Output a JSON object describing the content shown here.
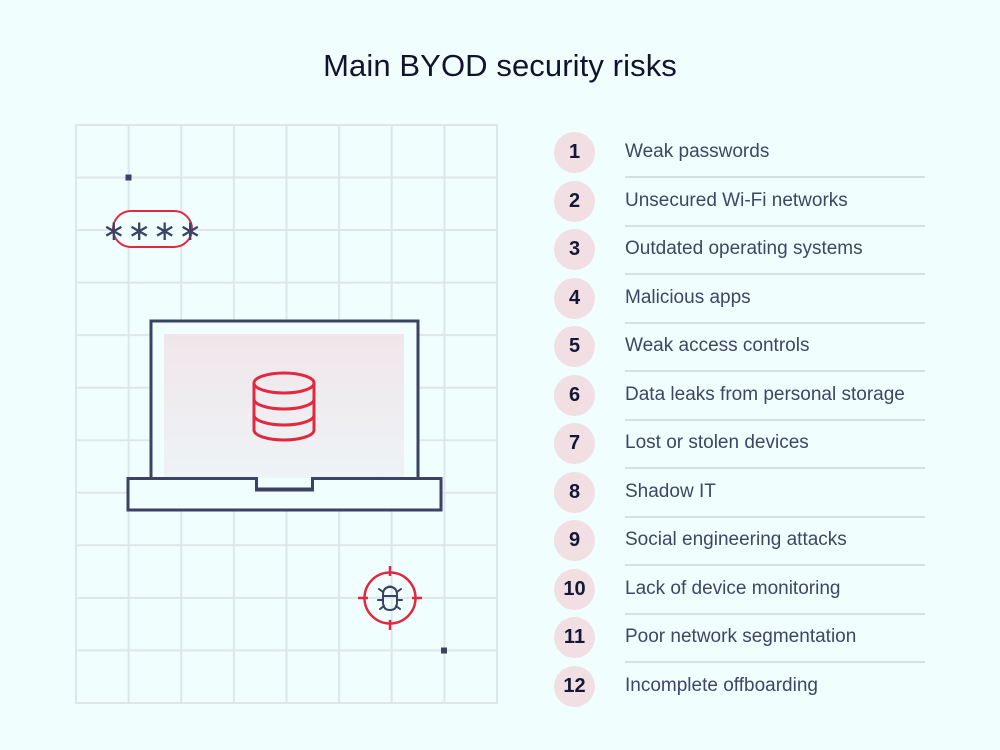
{
  "title": "Main BYOD security risks",
  "illustration": {
    "password_badge": "****",
    "icons": [
      "database-icon",
      "bug-target-icon",
      "laptop-icon",
      "password-badge"
    ],
    "colors": {
      "accent": "#e0293f",
      "outline": "#3c4263",
      "grid": "#dde7eb",
      "background": "#f0fefe"
    }
  },
  "risks": [
    {
      "num": "1",
      "label": "Weak passwords"
    },
    {
      "num": "2",
      "label": "Unsecured Wi-Fi networks"
    },
    {
      "num": "3",
      "label": "Outdated operating systems"
    },
    {
      "num": "4",
      "label": "Malicious apps"
    },
    {
      "num": "5",
      "label": "Weak access controls"
    },
    {
      "num": "6",
      "label": "Data leaks from personal storage"
    },
    {
      "num": "7",
      "label": "Lost or stolen devices"
    },
    {
      "num": "8",
      "label": "Shadow IT"
    },
    {
      "num": "9",
      "label": "Social engineering attacks"
    },
    {
      "num": "10",
      "label": "Lack of device monitoring"
    },
    {
      "num": "11",
      "label": "Poor network segmentation"
    },
    {
      "num": "12",
      "label": "Incomplete offboarding"
    }
  ]
}
